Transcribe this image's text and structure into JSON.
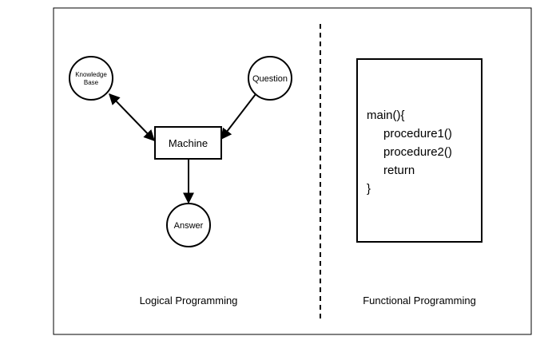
{
  "diagram": {
    "left_panel": {
      "nodes": {
        "knowledge_base": {
          "line1": "Knowledge",
          "line2": "Base"
        },
        "question": "Question",
        "machine": "Machine",
        "answer": "Answer"
      },
      "caption": "Logical Programming"
    },
    "right_panel": {
      "code_lines": [
        "main(){",
        "procedure1()",
        "procedure2()",
        "return",
        "}"
      ],
      "caption": "Functional Programming"
    }
  }
}
